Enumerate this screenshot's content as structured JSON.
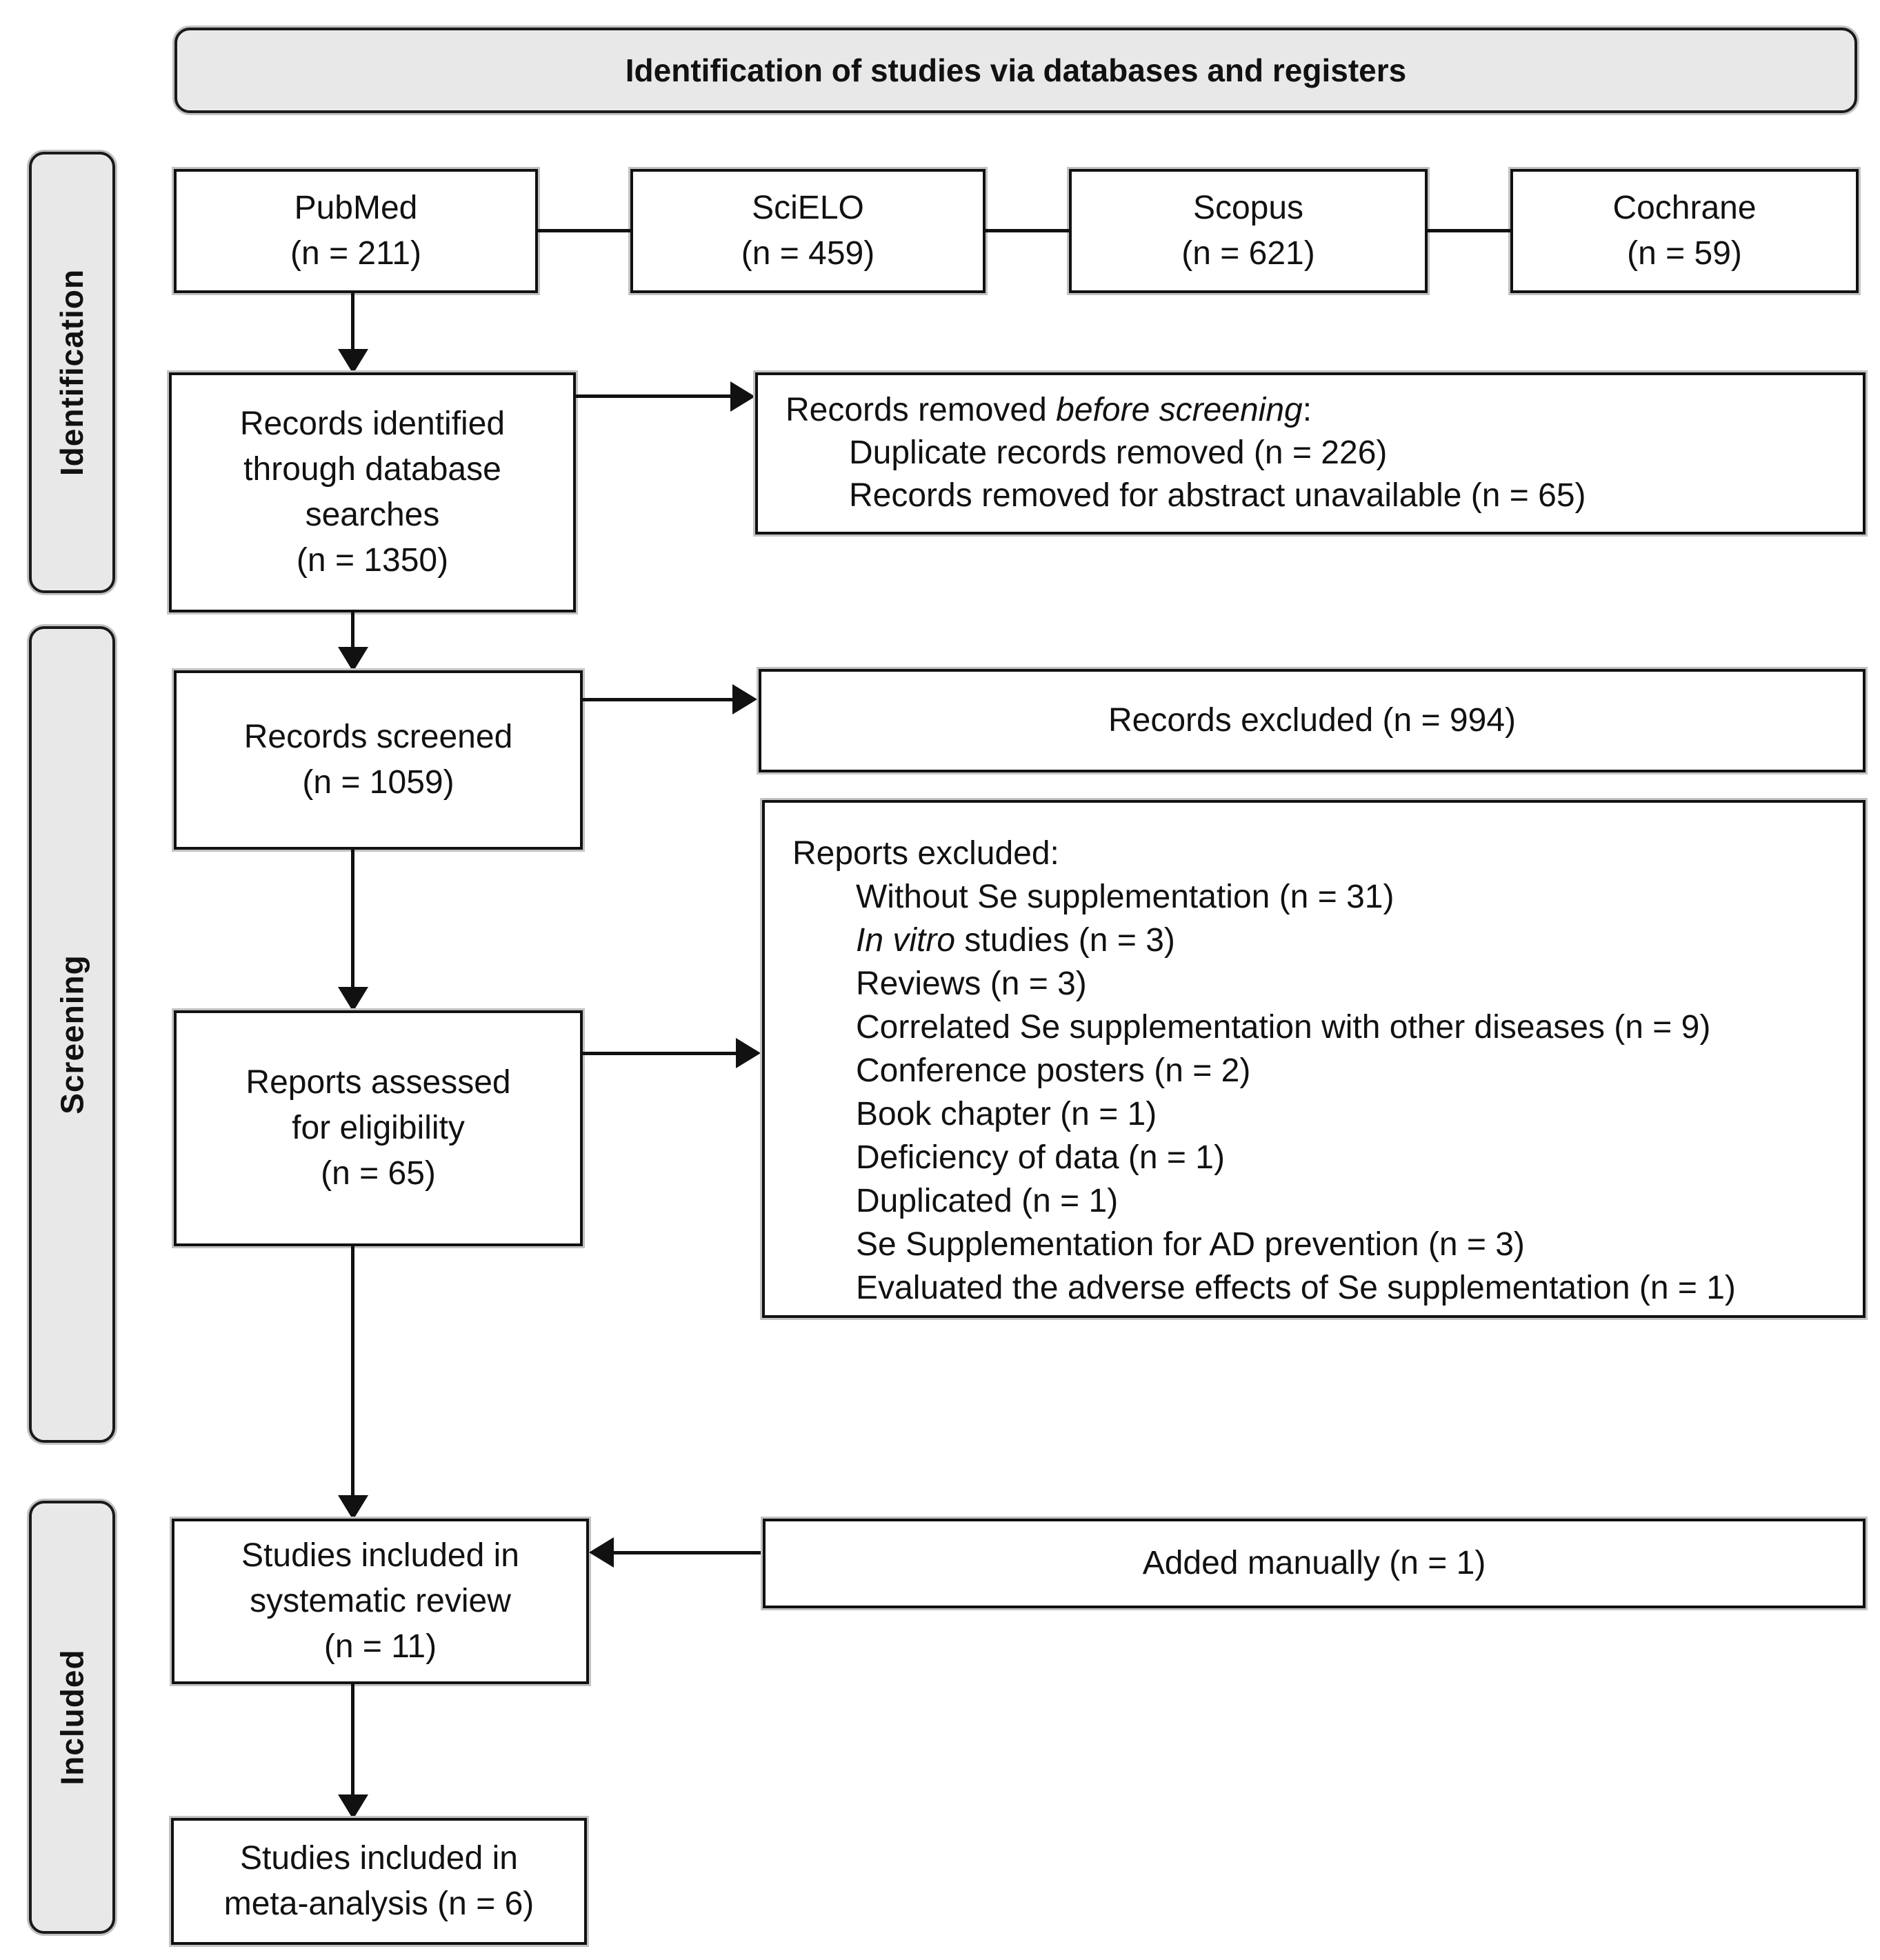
{
  "header": {
    "title": "Identification of studies via databases and registers"
  },
  "sidebar": {
    "identification": "Identification",
    "screening": "Screening",
    "included": "Included"
  },
  "databases": [
    {
      "label": "PubMed\n(n = 211)"
    },
    {
      "label": "SciELO\n(n = 459)"
    },
    {
      "label": "Scopus\n(n = 621)"
    },
    {
      "label": "Cochrane\n(n = 59)"
    }
  ],
  "boxes": {
    "records_identified": {
      "label": "Records identified\nthrough database\nsearches\n(n = 1350)"
    },
    "records_removed": {
      "title_pre": "Records removed ",
      "title_italic": "before screening",
      "title_post": ":",
      "items": [
        "Duplicate records removed (n = 226)",
        "Records removed for abstract unavailable (n = 65)"
      ]
    },
    "records_screened": {
      "label": "Records screened\n(n = 1059)"
    },
    "records_excluded": {
      "label": "Records excluded (n = 994)"
    },
    "reports_assessed": {
      "label": "Reports assessed\nfor eligibility\n(n = 65)"
    },
    "reports_excluded": {
      "title": "Reports excluded:",
      "items": [
        {
          "italic": "",
          "text": "Without Se supplementation (n = 31)"
        },
        {
          "italic": "In vitro",
          "text": " studies (n = 3)"
        },
        {
          "italic": "",
          "text": "Reviews (n = 3)"
        },
        {
          "italic": "",
          "text": "Correlated Se supplementation with other diseases (n = 9)"
        },
        {
          "italic": "",
          "text": "Conference posters (n = 2)"
        },
        {
          "italic": "",
          "text": "Book chapter (n = 1)"
        },
        {
          "italic": "",
          "text": "Deficiency of data (n = 1)"
        },
        {
          "italic": "",
          "text": "Duplicated (n = 1)"
        },
        {
          "italic": "",
          "text": "Se Supplementation for AD prevention (n = 3)"
        },
        {
          "italic": "",
          "text": "Evaluated the adverse effects of Se supplementation (n = 1)"
        }
      ]
    },
    "studies_systematic": {
      "label": "Studies included in\nsystematic review\n(n = 11)"
    },
    "added_manually": {
      "label": "Added manually (n = 1)"
    },
    "studies_meta": {
      "label": "Studies included in\nmeta-analysis (n = 6)"
    }
  },
  "colors": {
    "box_fill": "#ffffff",
    "panel_fill": "#e8e8e8",
    "border": "#111111",
    "shadow": "#c3c3c3"
  }
}
